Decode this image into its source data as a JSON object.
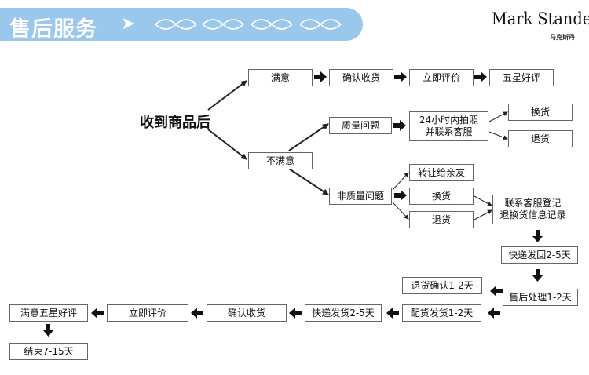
{
  "header": {
    "title": "售后服务",
    "arrow": "➤",
    "brand_name": "Mark Standen",
    "brand_sub": "马克斯丹"
  },
  "diagram": {
    "root": "收到商品后",
    "satisfied_path": [
      "满意",
      "确认收货",
      "立即评价",
      "五星好评"
    ],
    "unsatisfied": "不满意",
    "quality_issue": "质量问题",
    "quality_action_line1": "24小时内拍照",
    "quality_action_line2": "并联系客服",
    "quality_exchange": "换货",
    "quality_return": "退货",
    "non_quality_issue": "非质量问题",
    "non_quality_gift": "转让给亲友",
    "non_quality_exchange": "换货",
    "non_quality_return": "退货",
    "register_line1": "联系客服登记",
    "register_line2": "退换货信息记录",
    "ship_back": "快递发回2-5天",
    "after_sales": "售后处理1-2天",
    "return_confirm": "退货确认1-2天",
    "bottom_path": [
      "配货发货1-2天",
      "快递发货2-5天",
      "确认收货",
      "立即评价",
      "满意五星好评"
    ],
    "end": "结束7-15天"
  },
  "colors": {
    "banner": "#99c8ec",
    "arrows": "#222222",
    "box_border": "#666666"
  }
}
